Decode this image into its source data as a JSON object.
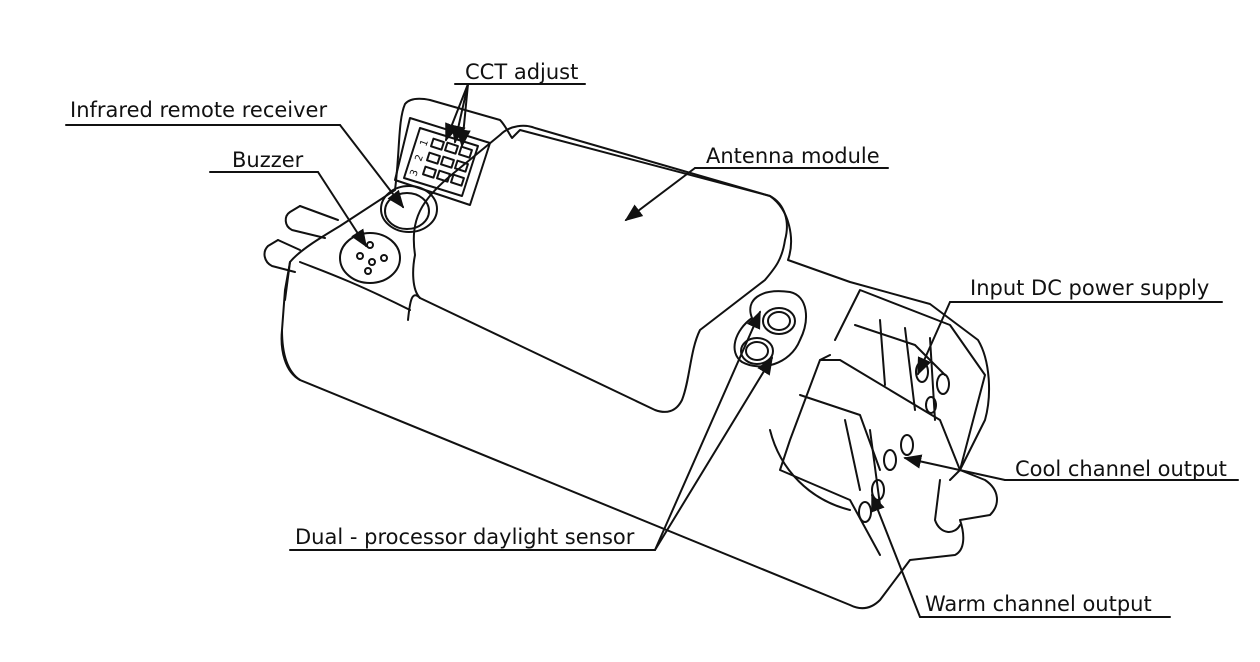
{
  "labels": {
    "cct_adjust": "CCT adjust",
    "infrared_remote_receiver": "Infrared remote receiver",
    "buzzer": "Buzzer",
    "antenna_module": "Antenna module",
    "input_dc_power_supply": "Input DC power supply",
    "cool_channel_output": "Cool channel output",
    "dual_processor_daylight_sensor": "Dual - processor daylight sensor",
    "warm_channel_output": "Warm channel output"
  },
  "dip_switch_numbers": [
    "1",
    "2",
    "3"
  ],
  "colors": {
    "line": "#111111",
    "background": "#ffffff"
  }
}
